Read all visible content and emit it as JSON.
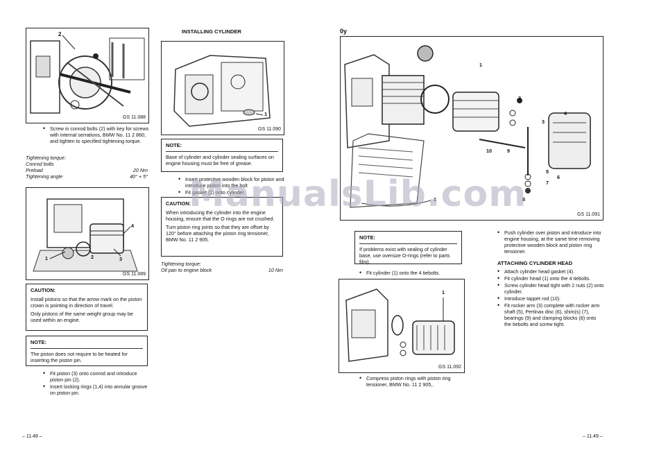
{
  "left_page": {
    "fig1": {
      "callout": "2",
      "label": "GS 11.088"
    },
    "screw_bullet": "Screw in conrod bolts (2) with key for screws with internal serrations, BMW No. 11 2 860, and tighten to specified tightening torque.",
    "torque1": {
      "title": "Tightening torque:",
      "subtitle": "Conrod bolts",
      "rows": [
        {
          "label": "Preload",
          "value": "20 Nm"
        },
        {
          "label": "Tightening angle",
          "value": "40° + 5°"
        }
      ]
    },
    "fig2": {
      "callouts": [
        "4",
        "1",
        "2",
        "3"
      ],
      "label": "GS 11.089"
    },
    "caution": {
      "title": "CAUTION:",
      "p1": "Install pistons so that the arrow mark on the piston crown is pointing in direction of travel.",
      "p2": "Only pistons of the same weight group may be used within an engine."
    },
    "note": {
      "title": "NOTE:",
      "p1": "The piston does not require to be heated for inserting the piston pin."
    },
    "bullets": [
      "Fit piston (3) onto conrod and introduce piston pin (2).",
      "Insert locking rings (1,4) into annular groove on piston pin."
    ],
    "page_number": "– 11.48 –"
  },
  "middle": {
    "heading": "INSTALLING CYLINDER",
    "fig3": {
      "callout": "1",
      "label": "GS 11.090"
    },
    "note": {
      "title": "NOTE:",
      "p1": "Base of cylinder and cylinder sealing surfaces on engine housing must be free of grease."
    },
    "bullets": [
      "Insert protective wooden block for piston and introduce piston into the bolt",
      "Fit gasket (1) onto cylinder."
    ],
    "caution": {
      "title": "CAUTION:",
      "p1": "When introducing the cylinder into the engine housing, ensure that the O rings are not crushed.",
      "p2": "Turn piston ring joints so that they are offset by 120° before attaching the piston ring tensioner, BMW No. 11 2 905."
    },
    "torque": {
      "title": "Tightening torque:",
      "label": "Oil pan to engine block",
      "value": "10 Nm"
    }
  },
  "right_page": {
    "corner_mark": "0y",
    "fig4": {
      "callouts": [
        "1",
        "2",
        "3",
        "4",
        "10",
        "9",
        "5",
        "6",
        "7",
        "8",
        "1"
      ],
      "label": "GS 11.091"
    },
    "note": {
      "title": "NOTE:",
      "p1": "If problems exist with sealing of cylinder base, use oversize O-rings (refer to parts film)."
    },
    "fit_bullet": "Fit cylinder (1) onto the 4 tiebolts.",
    "fig5": {
      "callout": "1",
      "label": "GS 11.092"
    },
    "compress_bullet": "Compress piston rings with piston ring tensioner, BMW No. 11 2 905,.",
    "push_bullet": "Push cylinder over piston and introduce into engine housing, at the same time removing protective wooden block and piston ring tensioner.",
    "attach_heading": "ATTACHING CYLINDER HEAD",
    "attach_bullets": [
      "Attach cylinder head gasket (4).",
      "Fit cylinder head (1) onto the 4 tiebolts.",
      "Screw cylinder head tight with 2 nuts (2) onto cylinder.",
      "Introduce tappet rod (10).",
      "Fit rocker arm (3) complete with rocker arm shaft (5), Pertinax disc (6), shim(s) (7), bearings (9) and clamping blocks (8) onto the tiebolts and screw tight."
    ],
    "page_number": "– 11.49 –"
  },
  "watermark": "ManualsLib.com"
}
